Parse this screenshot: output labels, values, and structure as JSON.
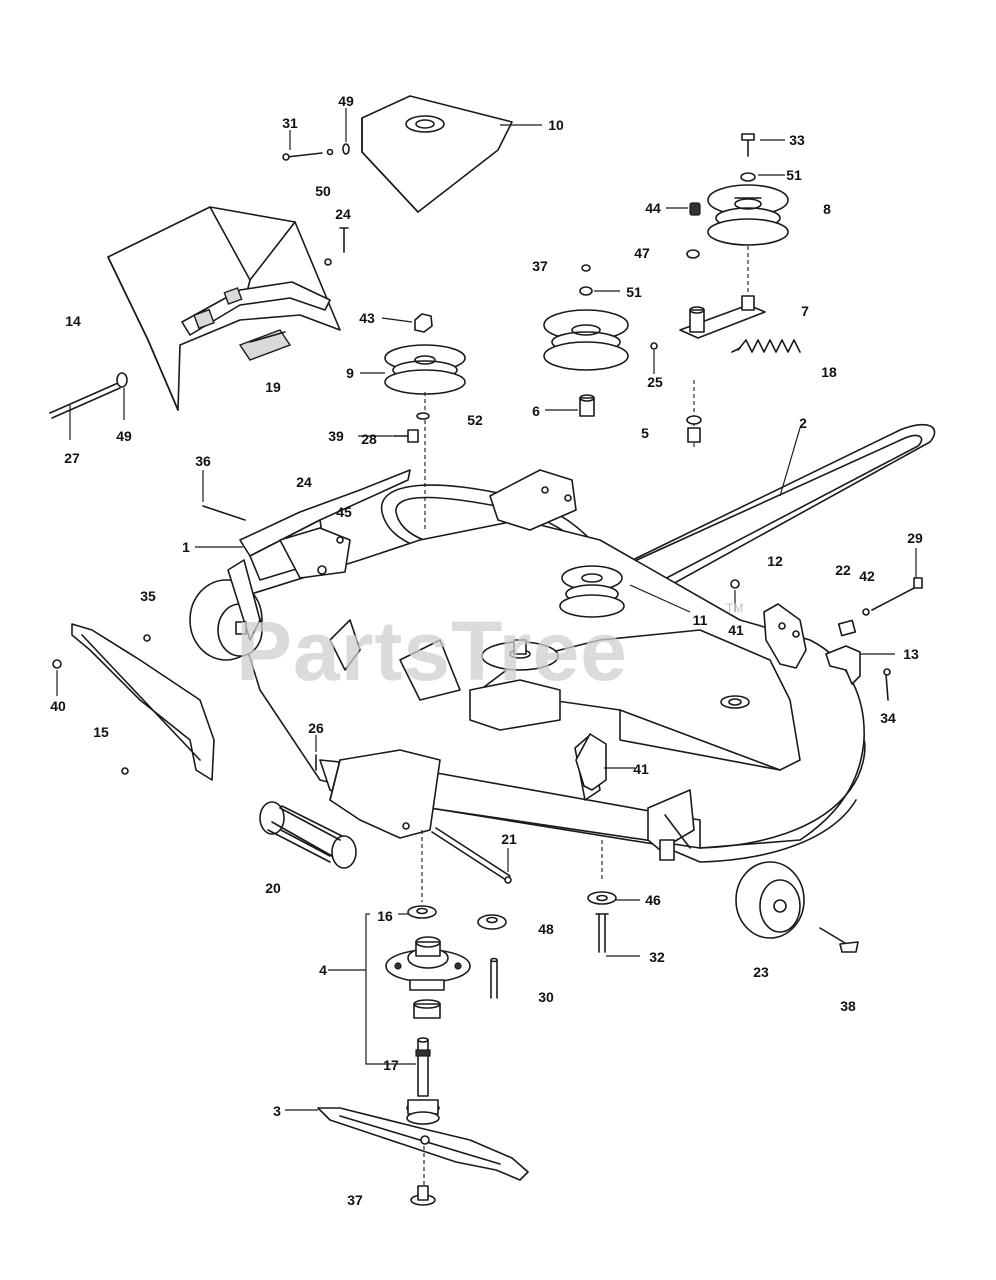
{
  "watermark": {
    "text": "PartsTree",
    "trademark": "TM"
  },
  "callouts": [
    {
      "id": "c10",
      "label": "10"
    },
    {
      "id": "c49a",
      "label": "49"
    },
    {
      "id": "c31",
      "label": "31"
    },
    {
      "id": "c50",
      "label": "50"
    },
    {
      "id": "c24a",
      "label": "24"
    },
    {
      "id": "c33",
      "label": "33"
    },
    {
      "id": "c51a",
      "label": "51"
    },
    {
      "id": "c44",
      "label": "44"
    },
    {
      "id": "c8",
      "label": "8"
    },
    {
      "id": "c37a",
      "label": "37"
    },
    {
      "id": "c47",
      "label": "47"
    },
    {
      "id": "c51b",
      "label": "51"
    },
    {
      "id": "c7",
      "label": "7"
    },
    {
      "id": "c14",
      "label": "14"
    },
    {
      "id": "c43",
      "label": "43"
    },
    {
      "id": "c25",
      "label": "25"
    },
    {
      "id": "c18",
      "label": "18"
    },
    {
      "id": "c9",
      "label": "9"
    },
    {
      "id": "c19",
      "label": "19"
    },
    {
      "id": "c6",
      "label": "6"
    },
    {
      "id": "c5",
      "label": "5"
    },
    {
      "id": "c39",
      "label": "39"
    },
    {
      "id": "c52",
      "label": "52"
    },
    {
      "id": "c2",
      "label": "2"
    },
    {
      "id": "c27",
      "label": "27"
    },
    {
      "id": "c49b",
      "label": "49"
    },
    {
      "id": "c36",
      "label": "36"
    },
    {
      "id": "c28",
      "label": "28"
    },
    {
      "id": "c24b",
      "label": "24"
    },
    {
      "id": "c45",
      "label": "45"
    },
    {
      "id": "c1",
      "label": "1"
    },
    {
      "id": "c12",
      "label": "12"
    },
    {
      "id": "c29",
      "label": "29"
    },
    {
      "id": "c22",
      "label": "22"
    },
    {
      "id": "c42",
      "label": "42"
    },
    {
      "id": "c35",
      "label": "35"
    },
    {
      "id": "c11",
      "label": "11"
    },
    {
      "id": "c41a",
      "label": "41"
    },
    {
      "id": "c13",
      "label": "13"
    },
    {
      "id": "c40",
      "label": "40"
    },
    {
      "id": "c34",
      "label": "34"
    },
    {
      "id": "c15",
      "label": "15"
    },
    {
      "id": "c26",
      "label": "26"
    },
    {
      "id": "c41b",
      "label": "41"
    },
    {
      "id": "c21",
      "label": "21"
    },
    {
      "id": "c20",
      "label": "20"
    },
    {
      "id": "c16",
      "label": "16"
    },
    {
      "id": "c46",
      "label": "46"
    },
    {
      "id": "c48",
      "label": "48"
    },
    {
      "id": "c4",
      "label": "4"
    },
    {
      "id": "c32",
      "label": "32"
    },
    {
      "id": "c23",
      "label": "23"
    },
    {
      "id": "c30",
      "label": "30"
    },
    {
      "id": "c38",
      "label": "38"
    },
    {
      "id": "c17",
      "label": "17"
    },
    {
      "id": "c3",
      "label": "3"
    },
    {
      "id": "c37b",
      "label": "37"
    }
  ]
}
